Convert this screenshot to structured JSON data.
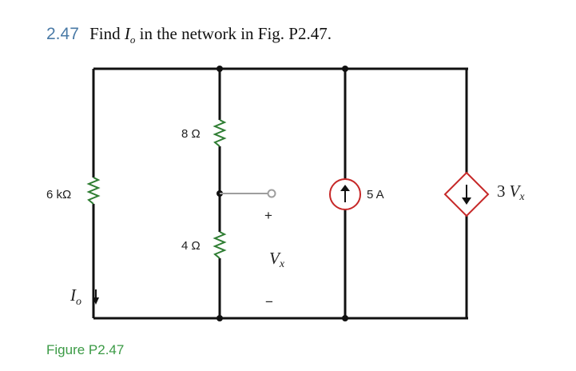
{
  "problem": {
    "number": "2.47",
    "text_before": "Find",
    "variable": "I",
    "variable_sub": "o",
    "text_after": "in the network in Fig. P2.47."
  },
  "figure": {
    "caption": "Figure P2.47",
    "resistor_left": "6 kΩ",
    "resistor_top": "8 Ω",
    "resistor_bottom": "4 Ω",
    "current_source": "5 A",
    "dep_source_coef": "3",
    "dep_source_var": "V",
    "dep_source_var_sub": "x",
    "vx_var": "V",
    "vx_sub": "x",
    "plus": "+",
    "minus": "−",
    "io_var": "I",
    "io_sub": "o"
  },
  "colors": {
    "problem_number": "#4a7aa6",
    "caption": "#3b9a45",
    "wire": "#111111",
    "resistor": "#2e7d32",
    "source_ring": "#c62828",
    "terminal": "#9e9e9e"
  }
}
